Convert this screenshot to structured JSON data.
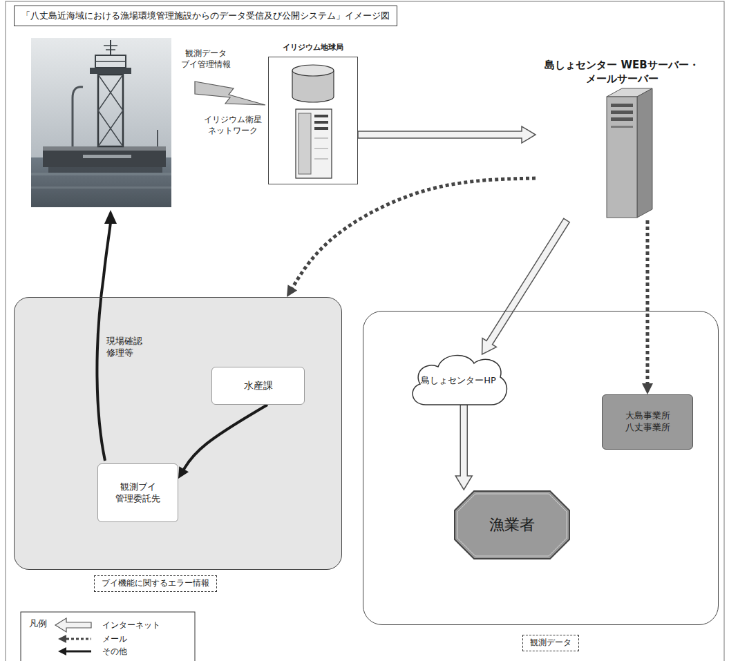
{
  "diagram": {
    "title": "「八丈島近海域における漁場環境管理施設からのデータ受信及び公開システム」イメージ図",
    "nodes": [
      {
        "text": [
          "イリジウム地球局"
        ]
      },
      {
        "text": [
          "島しょセンター WEBサーバー・メールサーバー"
        ]
      },
      {
        "text": [
          "ブイ機能に関するエラー情報"
        ]
      },
      {
        "text": [
          "水産課"
        ],
        "in": 2
      },
      {
        "text": [
          "観測ブイ 管理委託先"
        ],
        "in": 2
      },
      {
        "text": [
          "観測データ"
        ]
      },
      {
        "text": [
          "島しょセンターHP"
        ],
        "in": 5
      },
      {
        "text": [
          "漁業者"
        ],
        "in": 5
      },
      {
        "text": [
          "大島事業所 八丈事業所"
        ],
        "in": 5
      }
    ],
    "edges": [
      {
        "from": 0,
        "to": 1,
        "arrow": "to"
      },
      {
        "from": 1,
        "to": 2,
        "arrow": "to"
      },
      {
        "from": 1,
        "to": 6,
        "arrow": "to"
      },
      {
        "from": 1,
        "to": 8,
        "arrow": "to"
      },
      {
        "from": 3,
        "to": 4,
        "arrow": "to"
      },
      {
        "from": 6,
        "to": 7,
        "arrow": "to"
      }
    ],
    "labels": [
      "観測データ ブイ管理情報",
      "イリジウム衛星 ネットワーク",
      "現場確認 修理等",
      "凡例"
    ],
    "legend": [
      {
        "text": "インターネット"
      },
      {
        "text": "メール"
      },
      {
        "text": "その他"
      }
    ]
  }
}
